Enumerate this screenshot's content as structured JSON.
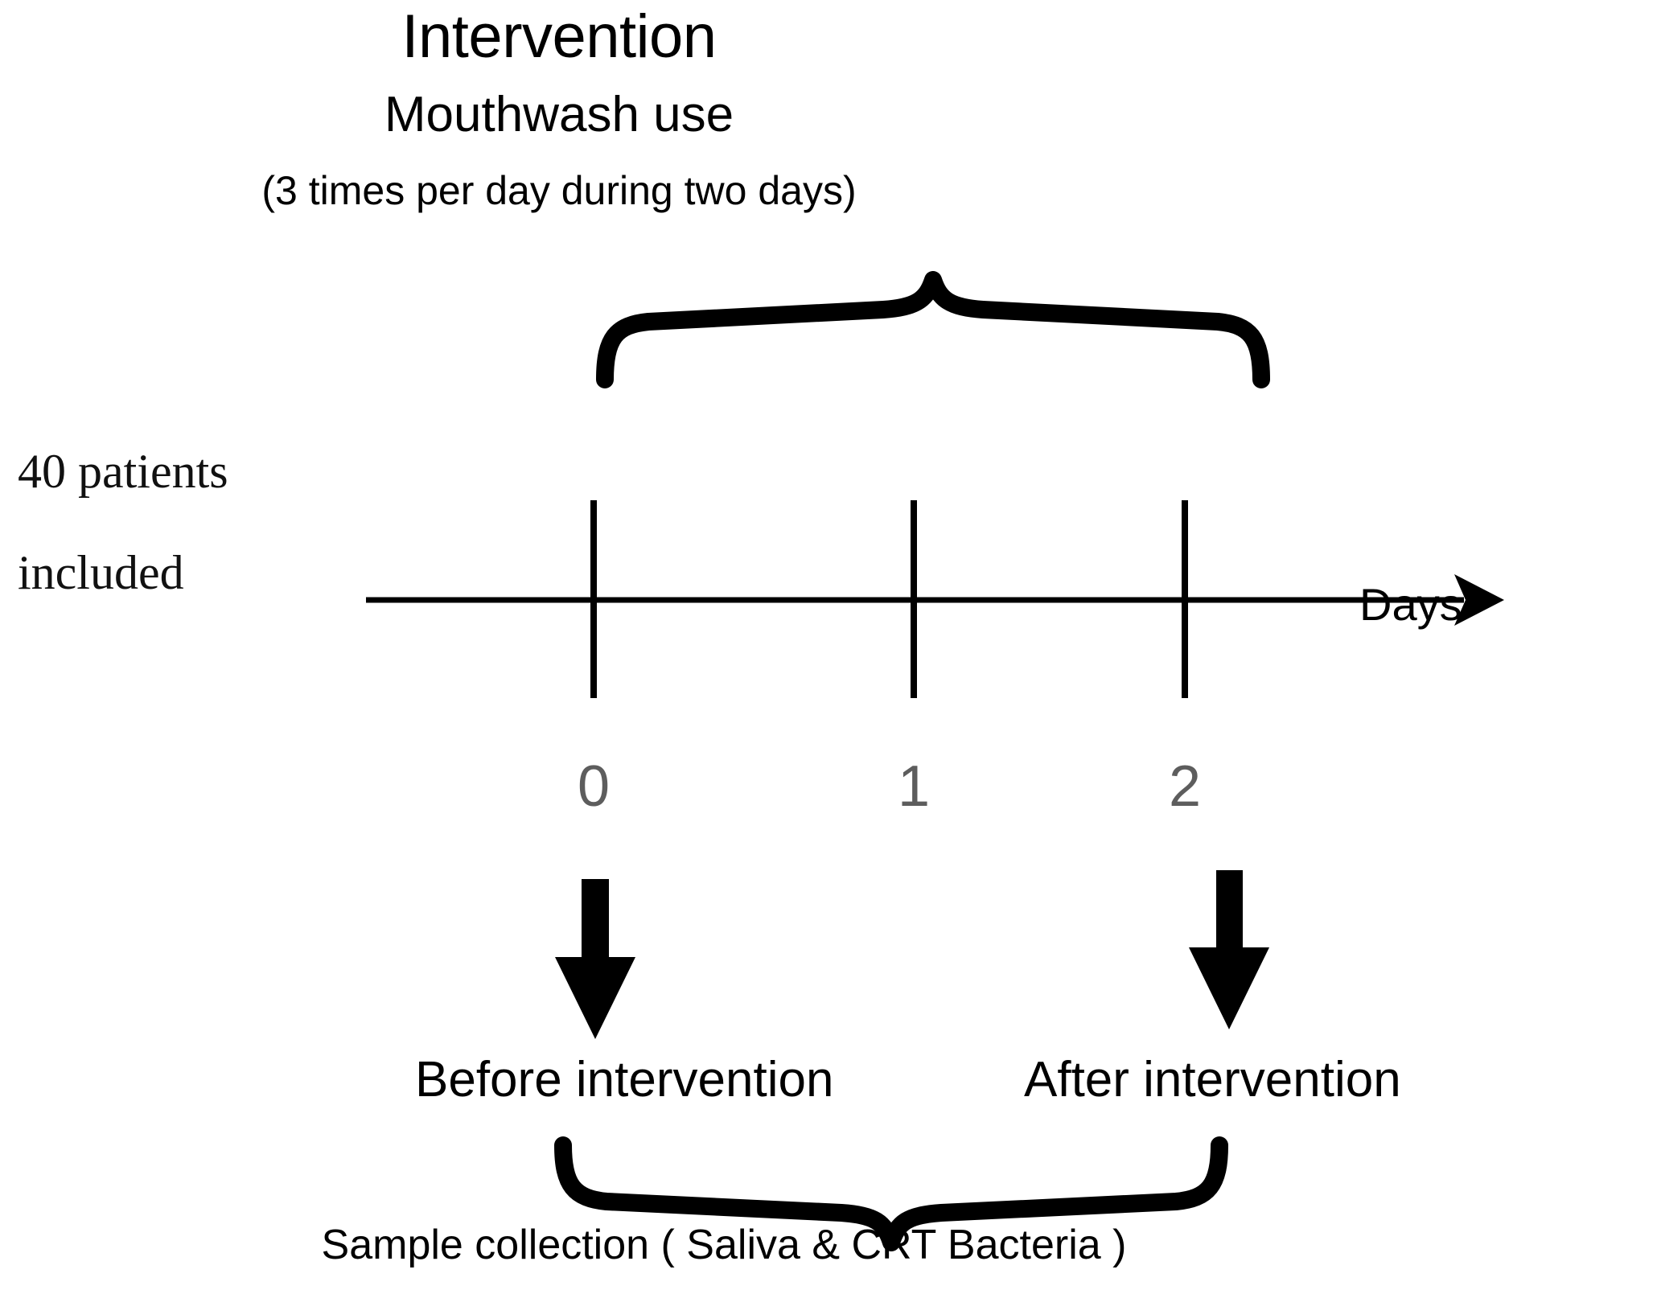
{
  "figure": {
    "kind": "study-design-timeline",
    "title": "Intervention",
    "subtitle": "Mouthwash use",
    "frequency_note": "(3 times per day during two days)",
    "cohort": {
      "line1": "40 patients",
      "line2": "included"
    },
    "axis": {
      "label": "Days",
      "tick_labels": [
        "0",
        "1",
        "2"
      ],
      "tick_color": "#5d5d5d",
      "line_color": "#000000",
      "arrow_direction": "right"
    },
    "intervention_brace": {
      "orientation": "down",
      "covers_ticks": [
        "0",
        "2"
      ],
      "label": "Mouthwash use"
    },
    "timepoints": [
      {
        "day": "0",
        "arrow": "down-arrow",
        "label": "Before intervention"
      },
      {
        "day": "2",
        "arrow": "down-arrow",
        "label": "After intervention"
      }
    ],
    "sample_brace": {
      "orientation": "up",
      "caption": "Sample collection ( Saliva & CRT Bacteria )"
    },
    "caption": "Sample collection ( Saliva & CRT Bacteria )"
  }
}
